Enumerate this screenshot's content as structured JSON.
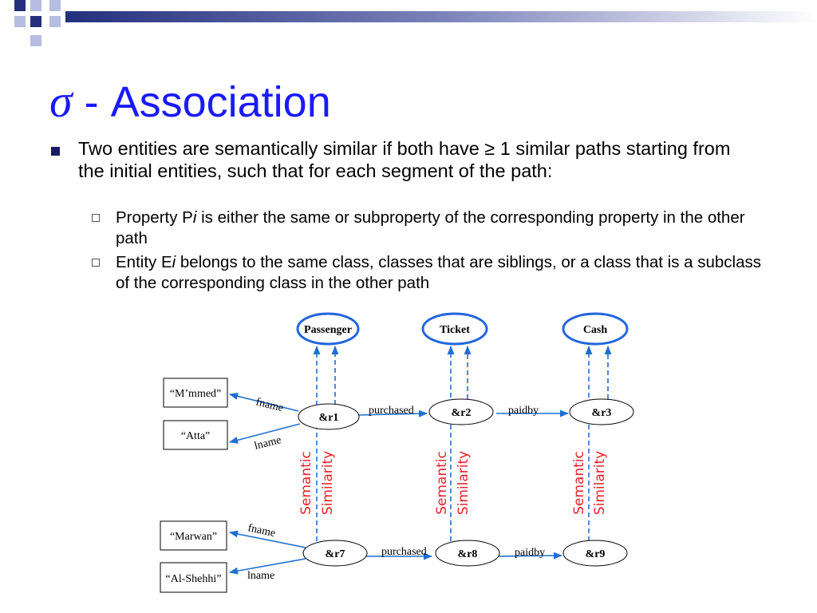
{
  "slide": {
    "title_symbol": "σ",
    "title_text": " - Association",
    "bullet": "Two entities are semantically similar if both have ≥ 1 similar paths starting from the initial entities, such that for each segment of the path:",
    "sub_bullets": [
      {
        "prefix": "Property P",
        "italic": "i",
        "rest": " is either the same or subproperty of the corresponding property in the other path"
      },
      {
        "prefix": "Entity E",
        "italic": "i",
        "rest": " belongs to the same class, classes that are siblings, or a class that is a subclass of the corresponding class in the other path"
      }
    ]
  },
  "diagram": {
    "classes": [
      "Passenger",
      "Ticket",
      "Cash"
    ],
    "top_path": {
      "nodes": [
        "&r1",
        "&r2",
        "&r3"
      ],
      "edges": [
        "purchased",
        "paidby"
      ],
      "literals": [
        "“M’mmed”",
        "“Atta”"
      ],
      "literal_props": [
        "fname",
        "lname"
      ]
    },
    "bottom_path": {
      "nodes": [
        "&r7",
        "&r8",
        "&r9"
      ],
      "edges": [
        "purchased",
        "paidby"
      ],
      "literals": [
        "“Marwan”",
        "“Al-Shehhi”"
      ],
      "literal_props": [
        "fname",
        "lname"
      ]
    },
    "similarity_label_line1": "Semantic",
    "similarity_label_line2": "Similarity"
  },
  "colors": {
    "title": "#1a1aff",
    "arrow": "#1f6fd0",
    "class_border": "#2266dd",
    "similarity_text": "#e8202a"
  }
}
